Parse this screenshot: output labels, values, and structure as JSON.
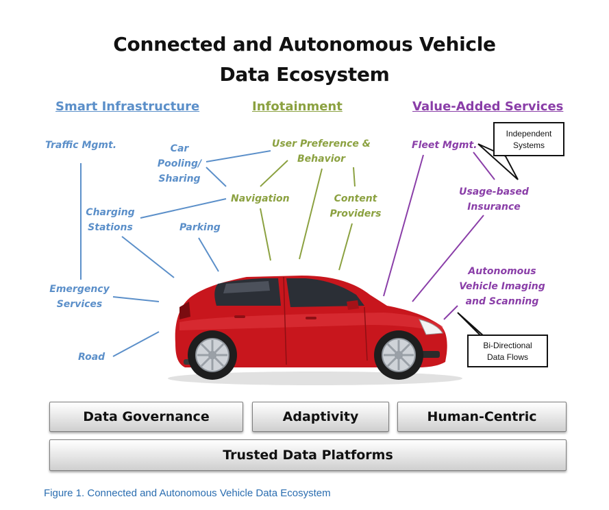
{
  "title": {
    "line1": "Connected and Autonomous Vehicle",
    "line2": "Data Ecosystem"
  },
  "categories": {
    "smart_infrastructure": "Smart Infrastructure",
    "infotainment": "Infotainment",
    "value_added_services": "Value-Added Services"
  },
  "nodes": {
    "traffic_mgmt": "Traffic Mgmt.",
    "car_pooling": [
      "Car",
      "Pooling/",
      "Sharing"
    ],
    "charging_stations": [
      "Charging",
      "Stations"
    ],
    "parking": "Parking",
    "emergency_services": [
      "Emergency",
      "Services"
    ],
    "road": "Road",
    "user_preference": [
      "User Preference &",
      "Behavior"
    ],
    "navigation": "Navigation",
    "content_providers": [
      "Content",
      "Providers"
    ],
    "fleet_mgmt": "Fleet Mgmt.",
    "usage_based_insurance": [
      "Usage-based",
      "Insurance"
    ],
    "autonomous_imaging": [
      "Autonomous",
      "Vehicle Imaging",
      "and Scanning"
    ]
  },
  "callouts": {
    "independent_systems": [
      "Independent",
      "Systems"
    ],
    "bi_directional": [
      "Bi-Directional",
      "Data Flows"
    ]
  },
  "foundation": {
    "data_governance": "Data Governance",
    "adaptivity": "Adaptivity",
    "human_centric": "Human-Centric",
    "trusted_data_platforms": "Trusted Data Platforms"
  },
  "caption": "Figure 1. Connected and Autonomous Vehicle Data Ecosystem",
  "colors": {
    "smart_infrastructure": "#5b8fc9",
    "infotainment": "#8ba140",
    "value_added_services": "#8a3ea8",
    "car_body": "#c8161d",
    "caption": "#2a6db0"
  }
}
